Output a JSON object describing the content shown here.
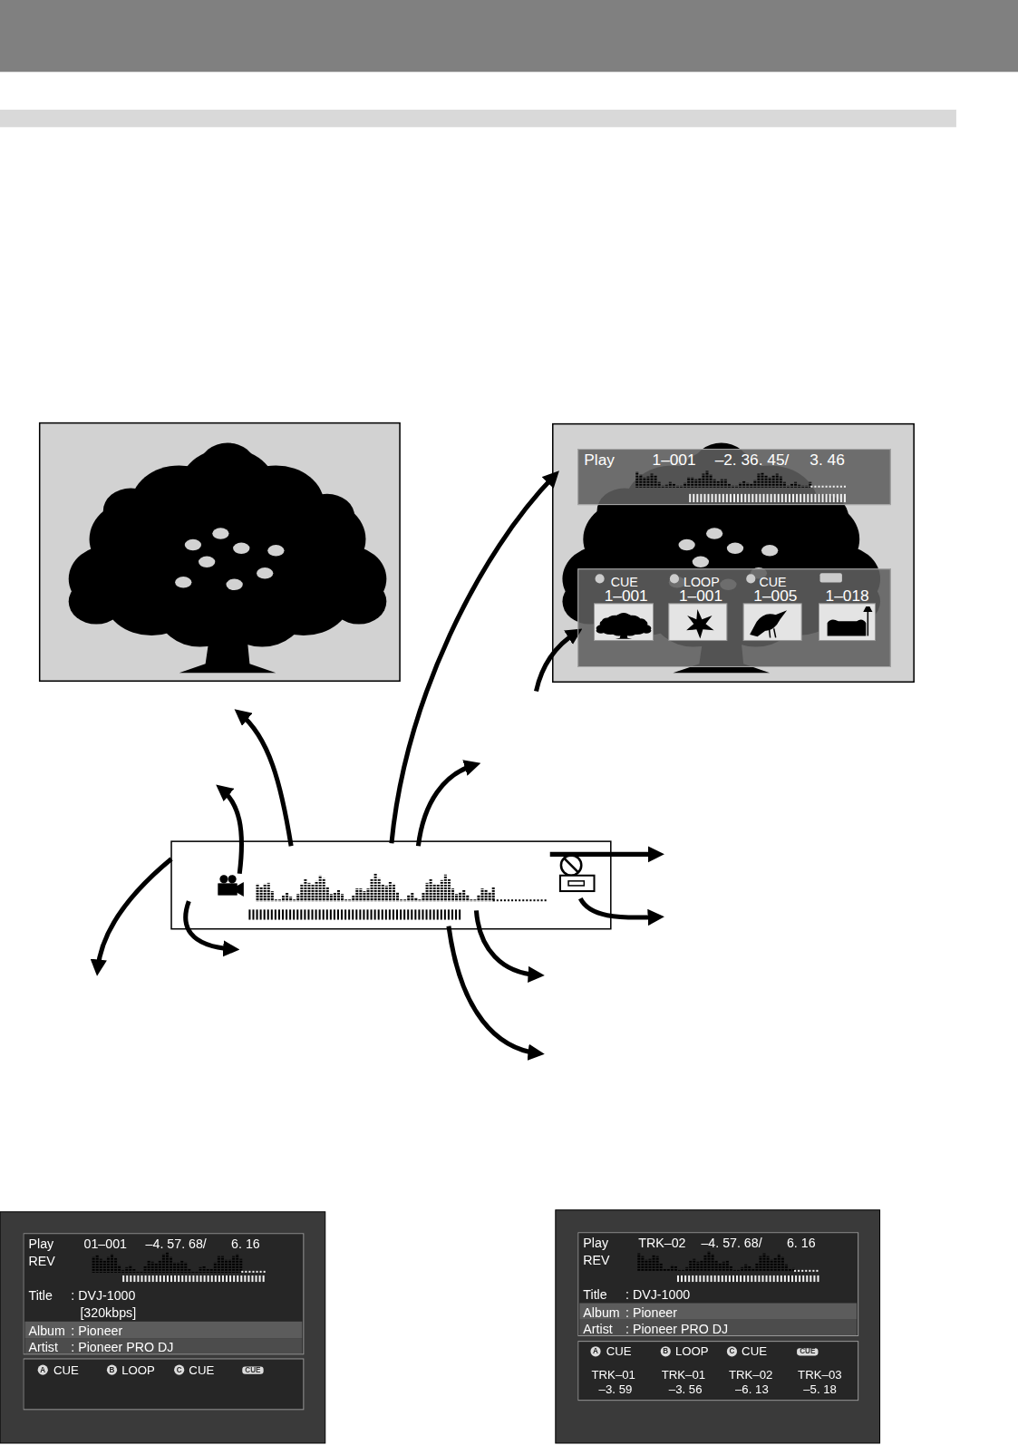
{
  "diagram": {
    "nodes": [
      {
        "text": [
          "Play",
          "1–001",
          "–2. 36. 45/",
          "3. 46"
        ]
      },
      {
        "text": [
          "CUE",
          "LOOP",
          "CUE",
          "1–001",
          "1–001",
          "1–005",
          "1–018"
        ]
      },
      {
        "text": [
          "Play",
          "01–001",
          "–4. 57. 68/",
          "6. 16",
          "REV",
          "Title",
          ": DVJ-1000",
          "[320kbps]",
          "Album",
          ": Pioneer",
          "Artist",
          ": Pioneer PRO DJ"
        ]
      },
      {
        "text": [
          "A",
          "CUE",
          "B",
          "LOOP",
          "C",
          "CUE",
          "CUE"
        ]
      },
      {
        "text": [
          "Play",
          "TRK–02",
          "–4. 57. 68/",
          "6. 16",
          "REV",
          "Title",
          ": DVJ-1000",
          "Album",
          ": Pioneer",
          "Artist",
          ": Pioneer PRO DJ"
        ]
      },
      {
        "text": [
          "A",
          "CUE",
          "B",
          "LOOP",
          "C",
          "CUE",
          "CUE",
          "TRK–01",
          "TRK–01",
          "TRK–02",
          "TRK–03",
          "–3. 59",
          "–3. 56",
          "–6. 13",
          "–5. 18"
        ]
      }
    ]
  }
}
